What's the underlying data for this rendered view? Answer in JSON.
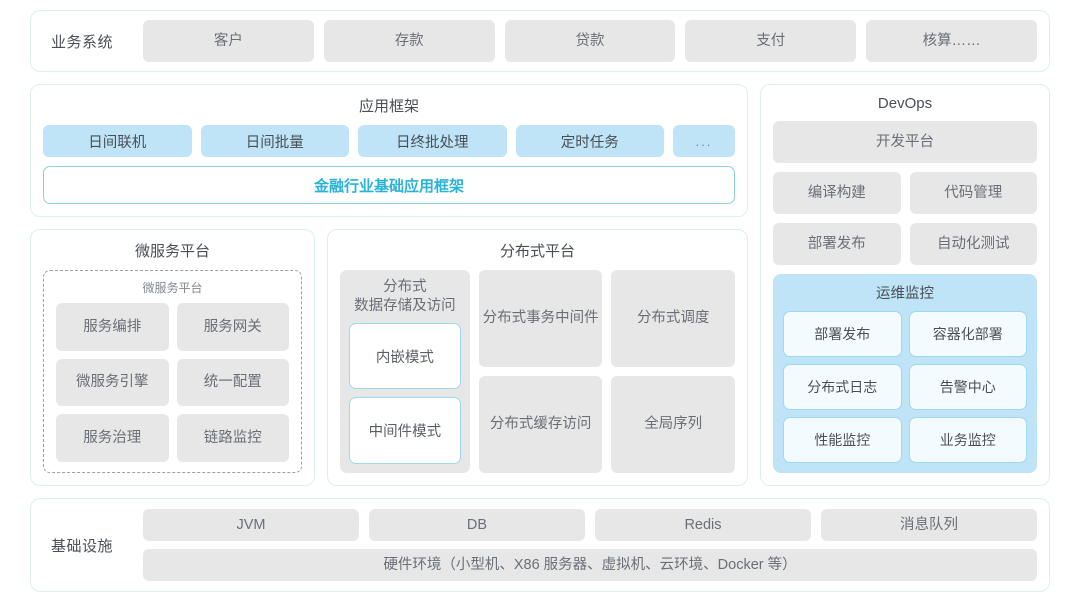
{
  "business_row": {
    "label": "业务系统",
    "items": [
      "客户",
      "存款",
      "贷款",
      "支付",
      "核算……"
    ]
  },
  "app_framework": {
    "title": "应用框架",
    "tags": [
      "日间联机",
      "日间批量",
      "日终批处理",
      "定时任务",
      "..."
    ],
    "base_bar": "金融行业基础应用框架"
  },
  "microservice_platform": {
    "title": "微服务平台",
    "inner_title": "微服务平台",
    "items": [
      "服务编排",
      "服务网关",
      "微服务引擎",
      "统一配置",
      "服务治理",
      "链路监控"
    ]
  },
  "distributed_platform": {
    "title": "分布式平台",
    "storage": {
      "title": "分布式\n数据存储及访问",
      "title_line1": "分布式",
      "title_line2": "数据存储及访问",
      "modes": [
        "内嵌模式",
        "中间件模式"
      ]
    },
    "cells": [
      {
        "line1": "分布式",
        "line2": "事务中间件"
      },
      {
        "line1": "分布式调度",
        "line2": ""
      },
      {
        "line1": "分布式",
        "line2": "缓存访问"
      },
      {
        "line1": "全局序列",
        "line2": ""
      }
    ]
  },
  "devops": {
    "title": "DevOps",
    "platform": "开发平台",
    "pair_one": [
      "编译构建",
      "代码管理"
    ],
    "pair_two": [
      "部署发布",
      "自动化测试"
    ],
    "ops_monitor": {
      "title": "运维监控",
      "items": [
        "部署发布",
        "容器化部署",
        "分布式日志",
        "告警中心",
        "性能监控",
        "业务监控"
      ]
    }
  },
  "infrastructure": {
    "label": "基础设施",
    "items": [
      "JVM",
      "DB",
      "Redis",
      "消息队列"
    ],
    "hardware": "硬件环境（小型机、X86 服务器、虚拟机、云环境、Docker 等）"
  },
  "colors": {
    "card_border": "#dcefef",
    "gray_box": "#e7e7e8",
    "blue_tag": "#bfe3f7",
    "teal_accent": "#2bb3d6",
    "mode_border": "#9fd8ef",
    "text": "#555a60"
  }
}
